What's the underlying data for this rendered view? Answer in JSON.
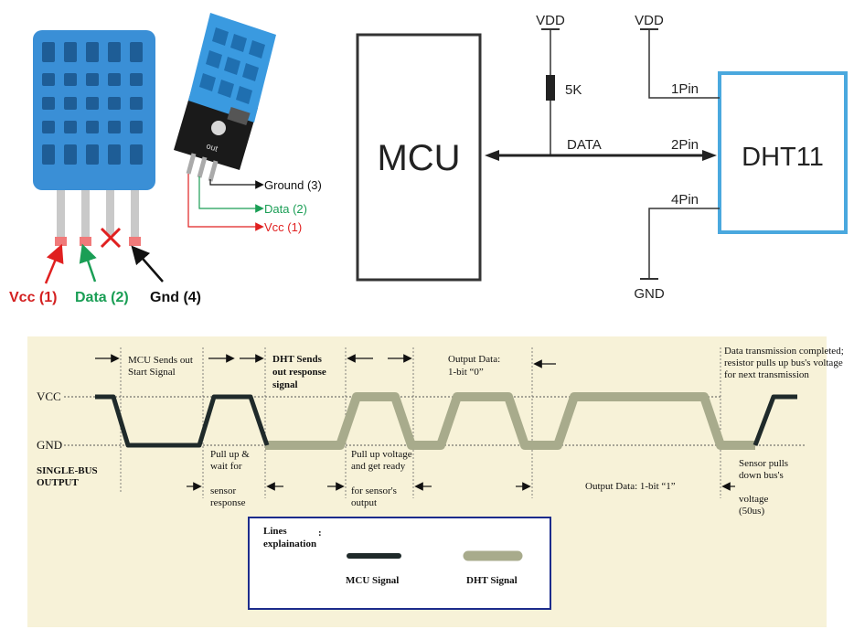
{
  "sensor_pinout": {
    "vcc": "Vcc (1)",
    "data": "Data (2)",
    "gnd": "Gnd (4)"
  },
  "module_pinout": {
    "ground": "Ground (3)",
    "data": "Data (2)",
    "vcc": "Vcc (1)",
    "board_label": "out"
  },
  "circuit": {
    "mcu": "MCU",
    "dht": "DHT11",
    "vdd_left": "VDD",
    "vdd_right": "VDD",
    "resistor": "5K",
    "data_line": "DATA",
    "pin1": "1Pin",
    "pin2": "2Pin",
    "pin4": "4Pin",
    "gnd": "GND"
  },
  "timing": {
    "vcc": "VCC",
    "gnd": "GND",
    "single_bus_1": "SINGLE-BUS",
    "single_bus_2": "OUTPUT",
    "mcu_start_1": "MCU Sends out",
    "mcu_start_2": "Start Signal",
    "dht_resp_1": "DHT Sends",
    "dht_resp_2": "out response",
    "dht_resp_3": "signal",
    "out0_1": "Output Data:",
    "out0_2": "1-bit “0”",
    "complete_1": "Data transmission completed;",
    "complete_2": "resistor pulls up bus's voltage",
    "complete_3": "for next transmission",
    "pullup_1": "Pull up &",
    "pullup_2": "wait for",
    "pullup_3": "sensor",
    "pullup_4": "response",
    "ready_1": "Pull up voltage",
    "ready_2": "and get ready",
    "ready_3": "for sensor's",
    "ready_4": "output",
    "out1": "Output Data: 1-bit “1”",
    "pulls_1": "Sensor pulls",
    "pulls_2": "down bus's",
    "pulls_3": "voltage",
    "pulls_4": "(50us)"
  },
  "legend": {
    "title_1": "Lines",
    "title_2": "explaination",
    "colon": ":",
    "mcu": "MCU Signal",
    "dht": "DHT Signal"
  },
  "colors": {
    "sensor_blue": "#3a8fd6",
    "frame_blue": "#4aa8de",
    "red": "#e02020",
    "green": "#1a9e55",
    "dht_signal": "#a8ab8c",
    "mcu_signal": "#1f2a2a",
    "legend_border": "#1c2c8c"
  }
}
